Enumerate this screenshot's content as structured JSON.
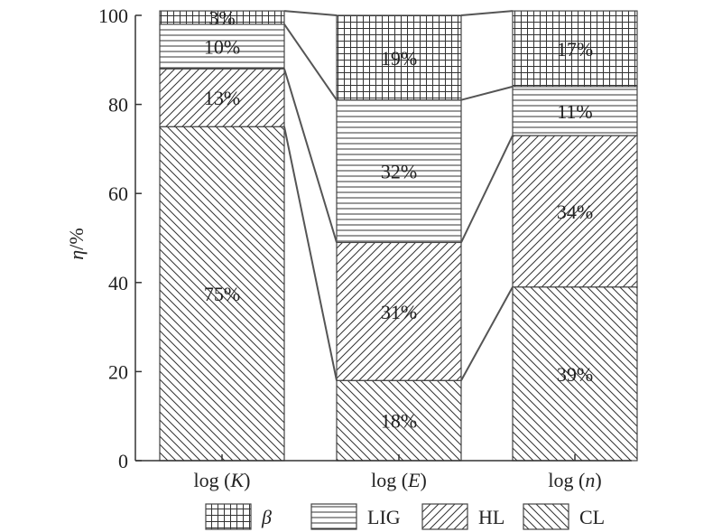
{
  "chart_data": {
    "type": "bar",
    "stacked": true,
    "ylabel_var": "η",
    "ylabel_unit": "/%",
    "ylim": [
      0,
      100
    ],
    "yticks": [
      0,
      20,
      40,
      60,
      80,
      100
    ],
    "categories": [
      {
        "prefix": "log (",
        "var": "K",
        "suffix": ")"
      },
      {
        "prefix": "log (",
        "var": "E",
        "suffix": ")"
      },
      {
        "prefix": "log (",
        "var": "n",
        "suffix": ")"
      }
    ],
    "series": [
      {
        "name": "CL",
        "pattern": "diag-back",
        "values": [
          75,
          18,
          39
        ],
        "labels": [
          "75%",
          "18%",
          "39%"
        ]
      },
      {
        "name": "HL",
        "pattern": "diag-fwd",
        "values": [
          13,
          31,
          34
        ],
        "labels": [
          "13%",
          "31%",
          "34%"
        ]
      },
      {
        "name": "LIG",
        "pattern": "horizontal",
        "values": [
          10,
          32,
          11
        ],
        "labels": [
          "10%",
          "32%",
          "11%"
        ]
      },
      {
        "name": "β",
        "pattern": "grid",
        "values": [
          3,
          19,
          17
        ],
        "labels": [
          "3%",
          "19%",
          "17%"
        ]
      }
    ],
    "legend_order": [
      "β",
      "LIG",
      "HL",
      "CL"
    ],
    "legend_position": "bottom",
    "connectors": true,
    "grid": false
  }
}
